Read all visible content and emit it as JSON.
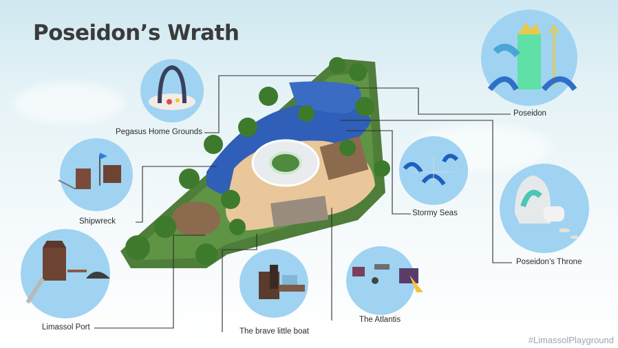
{
  "title": "Poseidon’s Wrath",
  "hashtag": "#LimassolPlayground",
  "zones": [
    {
      "id": "pegasus",
      "label": "Pegasus Home Grounds"
    },
    {
      "id": "shipwreck",
      "label": "Shipwreck"
    },
    {
      "id": "limassol-port",
      "label": "Limassol Port"
    },
    {
      "id": "brave-boat",
      "label": "The brave little boat"
    },
    {
      "id": "atlantis",
      "label": "The Atlantis"
    },
    {
      "id": "stormy-seas",
      "label": "Stormy Seas"
    },
    {
      "id": "poseidon",
      "label": "Poseidon"
    },
    {
      "id": "poseidons-throne",
      "label": "Poseidon’s Throne"
    }
  ]
}
